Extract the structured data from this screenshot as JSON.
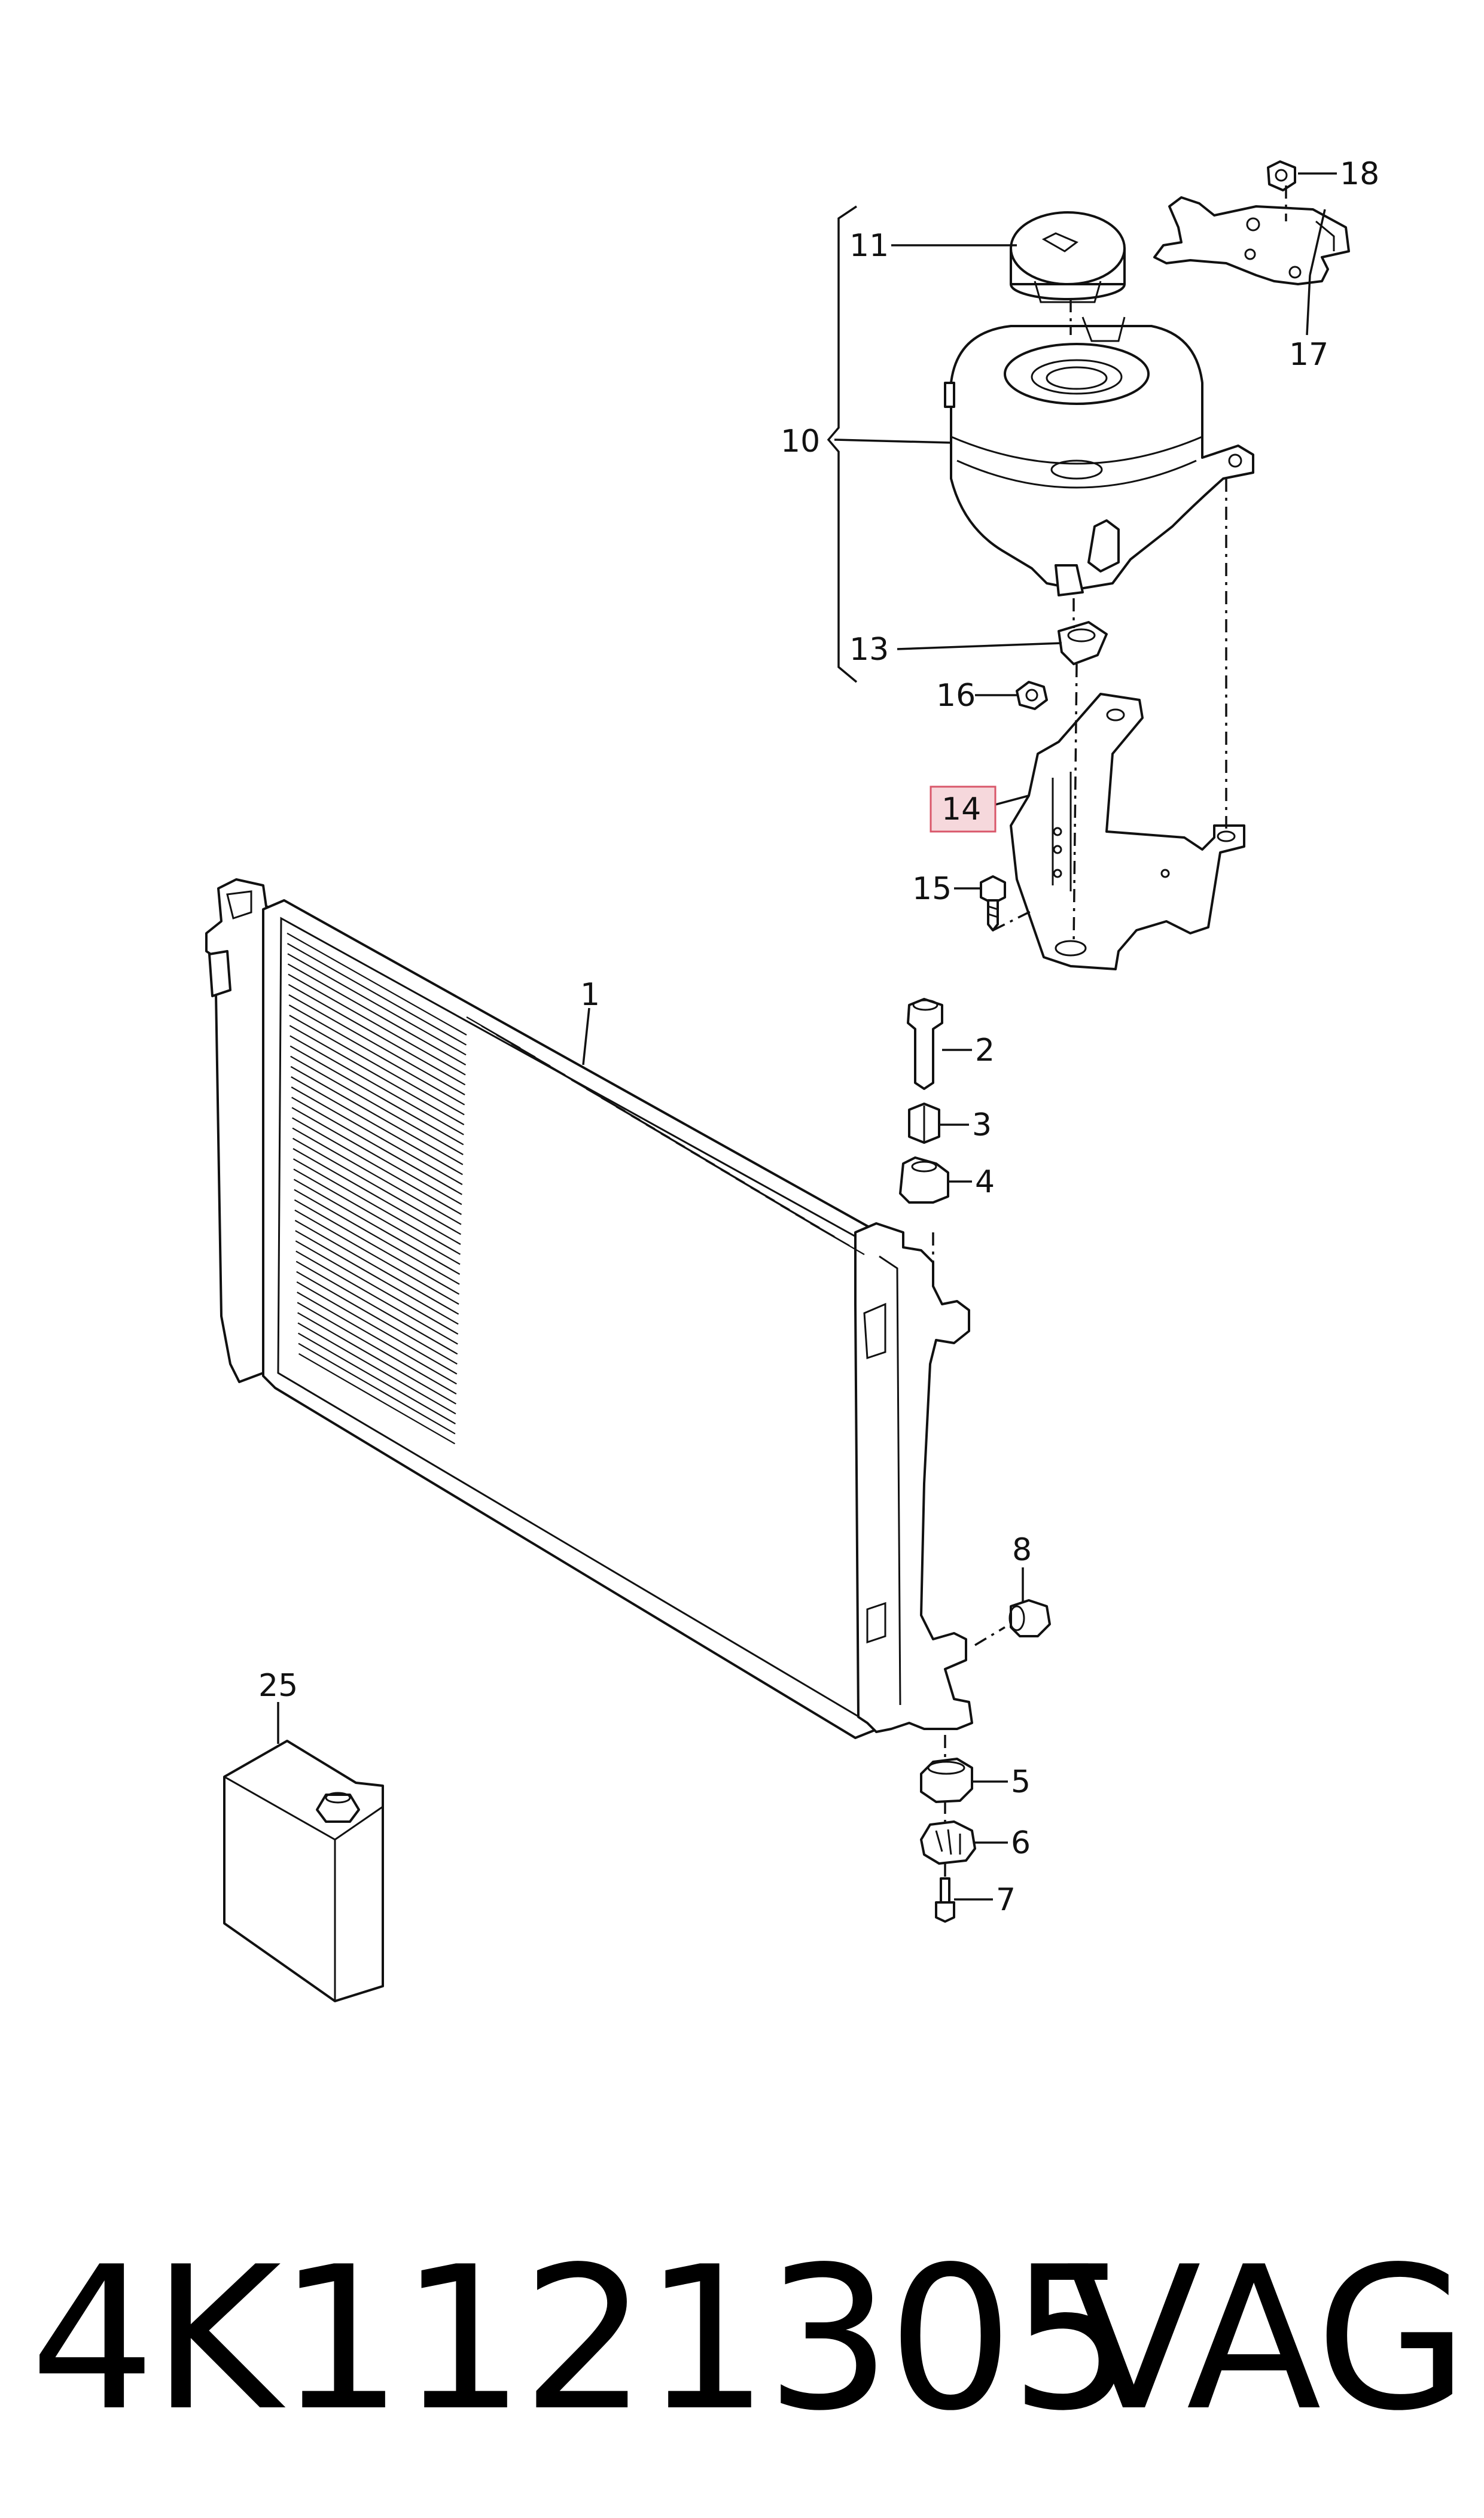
{
  "diagram": {
    "callouts": [
      "1",
      "2",
      "3",
      "4",
      "5",
      "6",
      "7",
      "8",
      "10",
      "11",
      "13",
      "14",
      "15",
      "16",
      "17",
      "18",
      "25"
    ],
    "highlighted_callout": "14",
    "highlight_color": "#f6d8dc",
    "highlight_border": "#d9576a"
  },
  "footer": {
    "part_number": "4K1121305",
    "brand": "VAG"
  }
}
